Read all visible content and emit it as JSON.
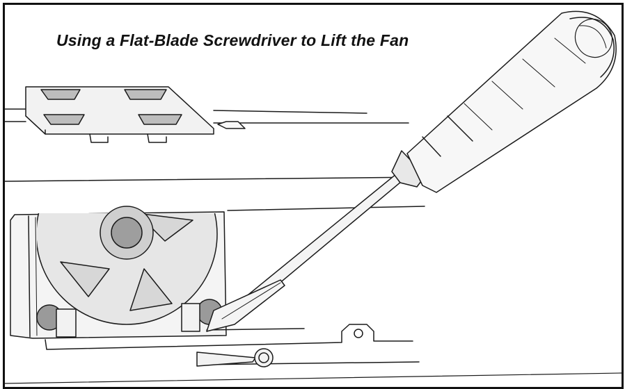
{
  "title": "Using a Flat-Blade Screwdriver to Lift the Fan",
  "colors": {
    "line": "#1a1a1a",
    "fill_light": "#ededed",
    "fill_mid": "#c9c9c9",
    "fill_dark": "#9a9a9a",
    "background": "#ffffff"
  },
  "illustration": {
    "objects": [
      "screwdriver",
      "fan",
      "heat-sink-bracket",
      "computer-chassis"
    ]
  }
}
